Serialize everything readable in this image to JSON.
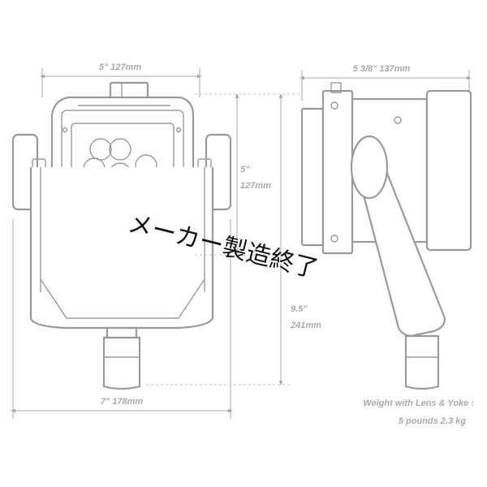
{
  "dimensions": {
    "front_width": "5\"  127mm",
    "side_depth": "5 3/8\"  137mm",
    "head_height_in": "5\"",
    "head_height_mm": "127mm",
    "total_height_in": "9.5\"",
    "total_height_mm": "241mm",
    "yoke_width": "7\"  178mm"
  },
  "weight": {
    "label": "Weight with Lens & Yoke :",
    "value": "5 pounds   2.3 kg"
  },
  "overlay": {
    "text": "メーカー製造終了"
  },
  "colors": {
    "line": "#a8a8a8",
    "dim_text": "#aaaaaa",
    "overlay_text": "#111111"
  }
}
